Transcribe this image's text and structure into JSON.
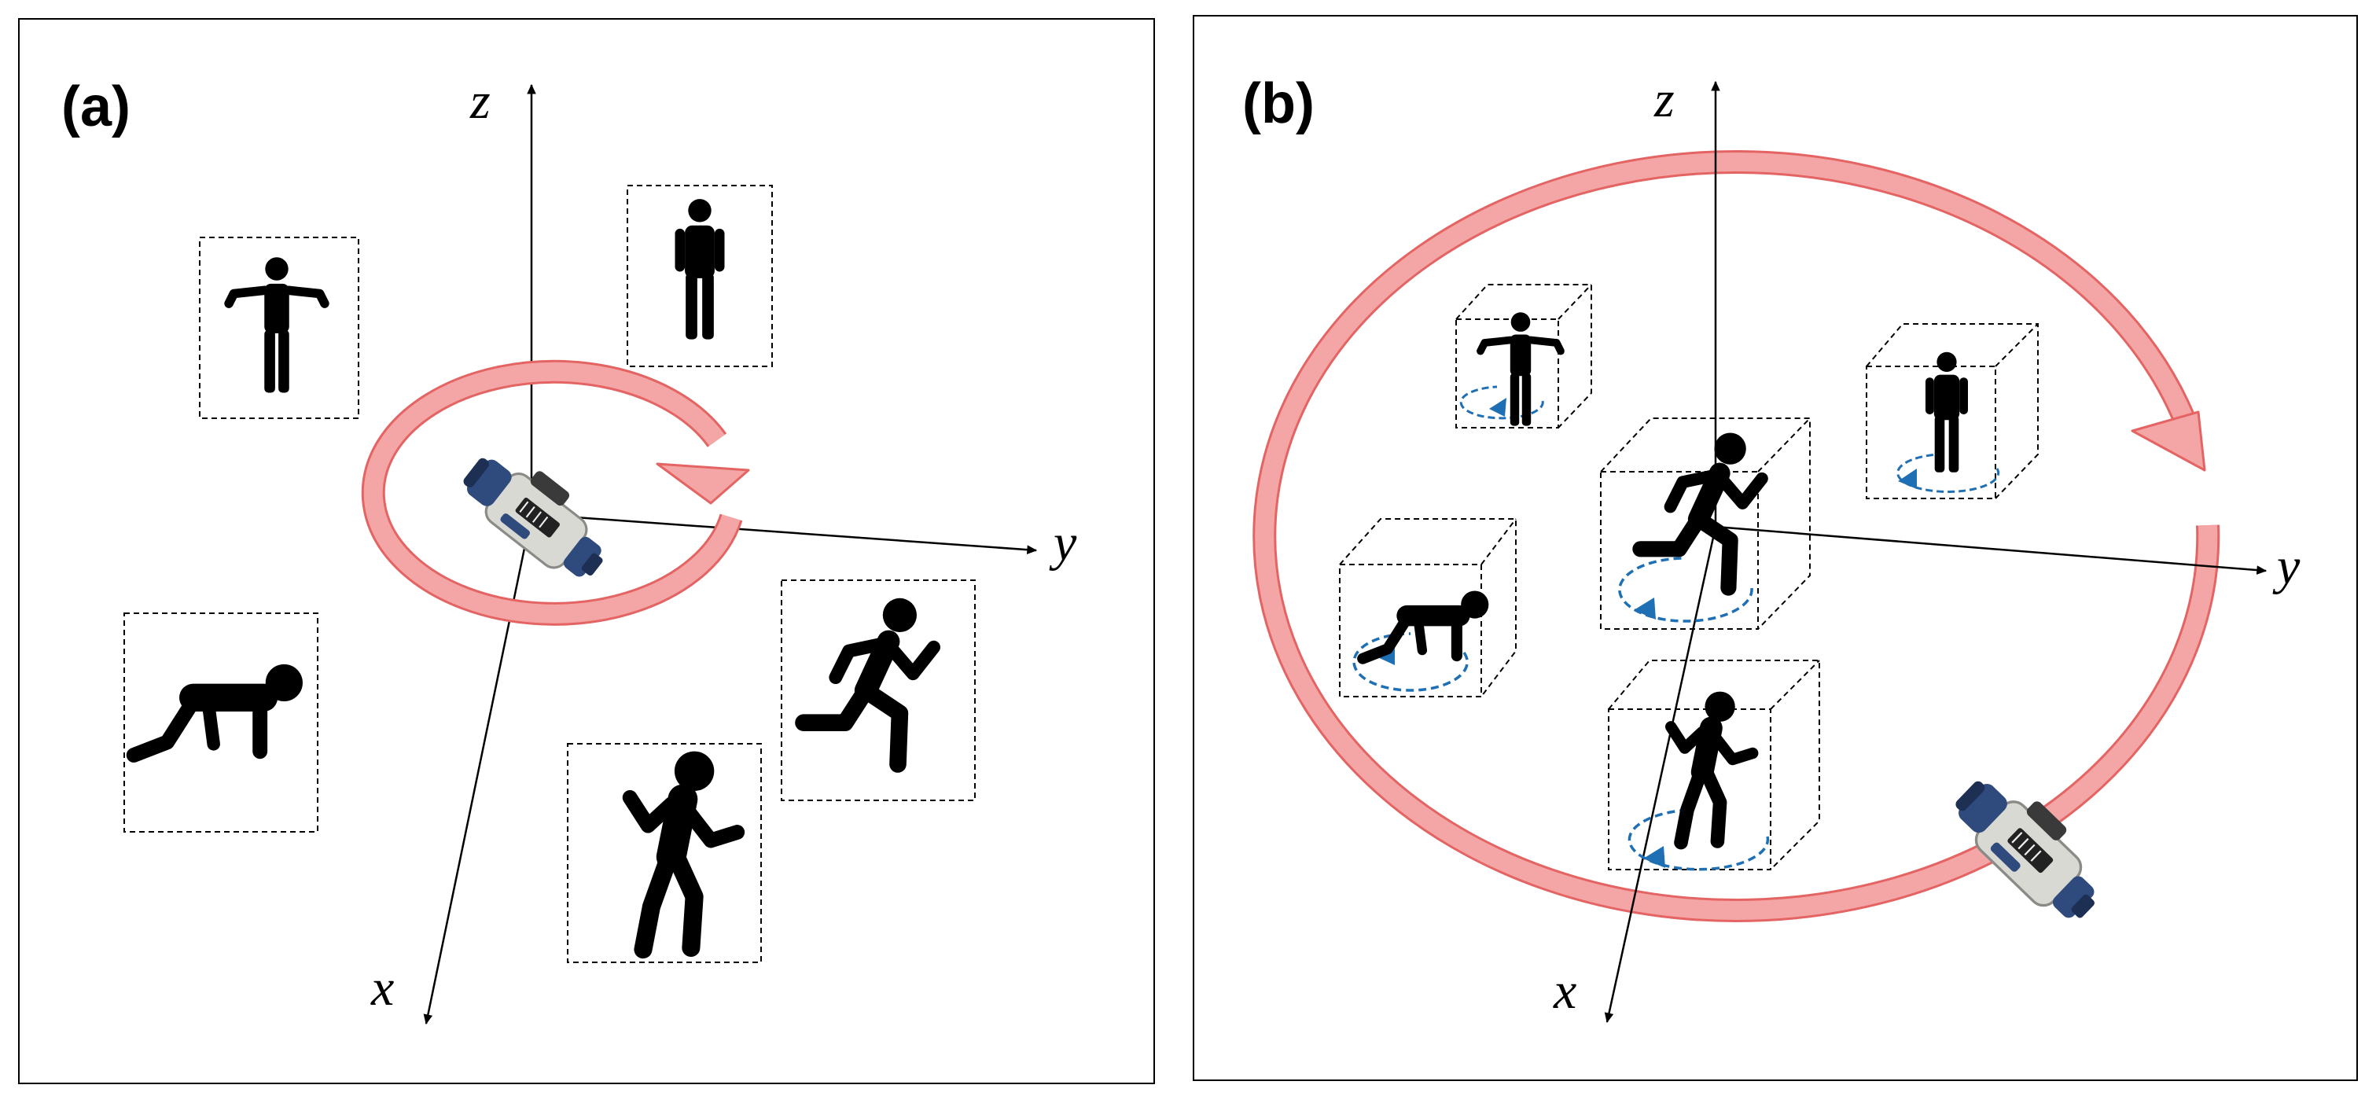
{
  "panels": [
    {
      "label": "(a)",
      "axes": {
        "x": "x",
        "y": "y",
        "z": "z"
      }
    },
    {
      "label": "(b)",
      "axes": {
        "x": "x",
        "y": "y",
        "z": "z"
      }
    }
  ],
  "colors": {
    "rotation_arrow": "#f4a6a6",
    "rotation_arrow_stroke": "#e46464",
    "local_rotation": "#1f6fb4",
    "figure": "#000000",
    "box_stroke": "#000000",
    "camera_body": "#d9d9d4",
    "camera_accent": "#2f4a7c"
  },
  "icons": {
    "camera": "video-camera-icon",
    "person_standing": "person-standing-icon",
    "person_shrug": "person-shrug-icon",
    "person_running": "person-running-icon",
    "person_dancing": "person-dancing-icon",
    "person_crawling": "person-crawling-icon"
  }
}
